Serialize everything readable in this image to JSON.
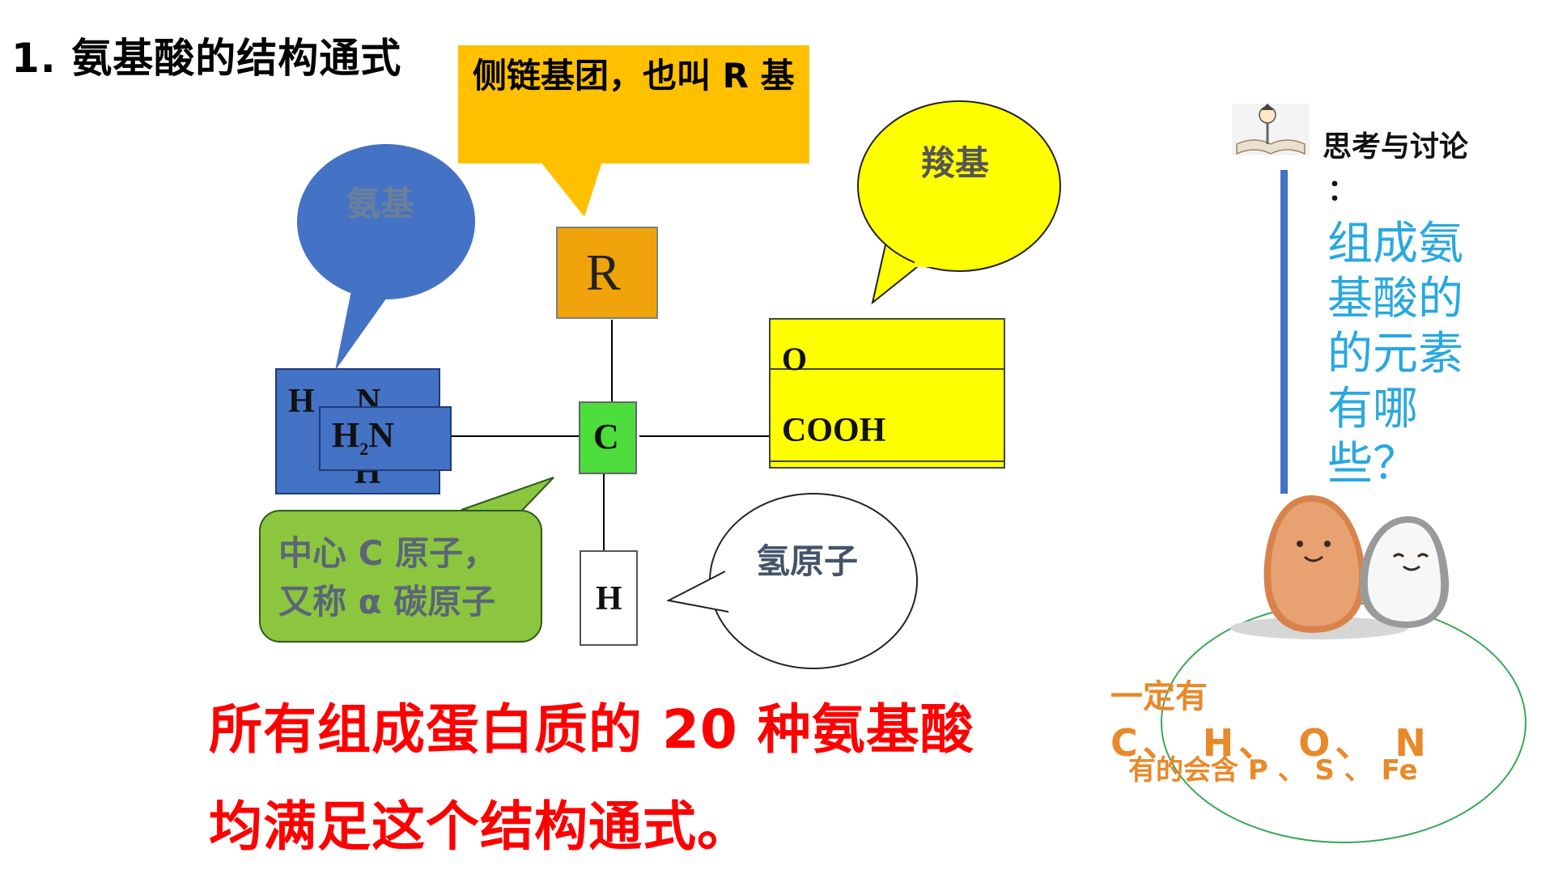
{
  "title": "1. 氨基酸的结构通式",
  "diagram": {
    "r_callout": "侧链基团，也叫 R 基",
    "r_group": "R",
    "amino_callout": "氨基",
    "amino_back_h": "H",
    "amino_back_n": "N",
    "amino_back_h2": "H",
    "amino_front_h": "H",
    "amino_front_sub": "2",
    "amino_front_n": "N",
    "center_c": "C",
    "carboxyl_callout": "羧基",
    "carboxyl_o": "O",
    "carboxyl_cooh": "COOH",
    "center_callout_line1": "中心 C 原子，",
    "center_callout_line2": "又称 α 碳原子",
    "hydrogen_atom": "H",
    "hydrogen_callout": "氢原子",
    "colors": {
      "amino": "#4472c4",
      "r_group": "#f0a30a",
      "r_callout": "#ffc000",
      "center": "#4cdc3c",
      "carboxyl": "#ffff00",
      "center_callout": "#8cc63f"
    }
  },
  "statement": {
    "line1": "所有组成蛋白质的 20 种氨基酸",
    "line2": "均满足这个结构通式。"
  },
  "discussion": {
    "header": "思考与讨论",
    "colon": "：",
    "question": "组成氨基酸的的元素有哪些？",
    "icon": "book-reader-icon",
    "mascot": "egg-mascot-icon",
    "answer_title": "一定有",
    "answer_required": "C、 H、 O、 N",
    "answer_optional": "有的会含 P 、 S 、 Fe"
  }
}
